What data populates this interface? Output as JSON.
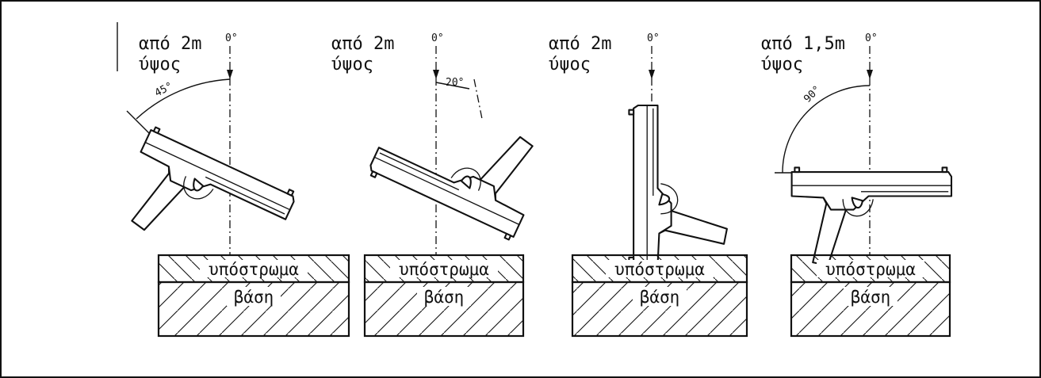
{
  "tests": [
    {
      "height": "από 2m",
      "word": "ύψος",
      "zero": "0°",
      "angle": "45°",
      "tilt": 25,
      "layer": "υπόστρωμα",
      "base": "βάση"
    },
    {
      "height": "από 2m",
      "word": "ύψος",
      "zero": "0°",
      "angle": "20°",
      "tilt": -155,
      "layer": "υπόστρωμα",
      "base": "βάση"
    },
    {
      "height": "από 2m",
      "word": "ύψος",
      "zero": "0°",
      "angle": "",
      "tilt": -90,
      "layer": "υπόστρωμα",
      "base": "βάση"
    },
    {
      "height": "από 1,5m",
      "word": "ύψος",
      "zero": "0°",
      "angle": "90°",
      "tilt": 0,
      "layer": "υπόστρωμα",
      "base": "βάση"
    }
  ]
}
